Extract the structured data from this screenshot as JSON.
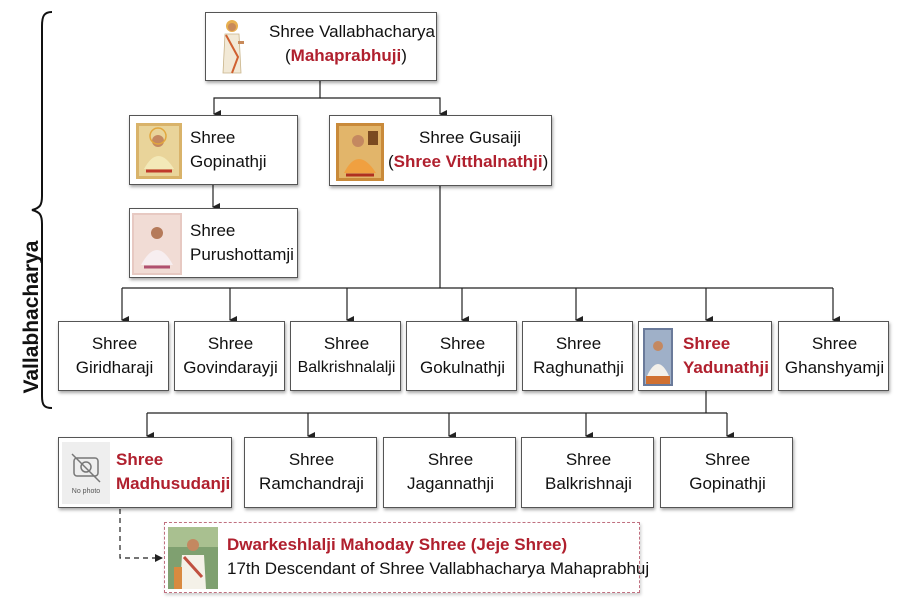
{
  "side_label": "Vallabhacharya",
  "root": {
    "line1": "Shree Vallabhacharya",
    "paren_open": "(",
    "name": "Mahaprabhuji",
    "paren_close": ")"
  },
  "gopinath": {
    "line1": "Shree",
    "line2": "Gopinathji"
  },
  "purushottam": {
    "line1": "Shree",
    "line2": "Purushottamji"
  },
  "gusaiji": {
    "line1": "Shree Gusaiji",
    "paren_open": "(",
    "name": "Shree Vitthalnathji",
    "paren_close": ")"
  },
  "sons": [
    {
      "line1": "Shree",
      "line2": "Giridharaji"
    },
    {
      "line1": "Shree",
      "line2": "Govindarayji"
    },
    {
      "line1": "Shree",
      "line2": "Balkrishnalalji"
    },
    {
      "line1": "Shree",
      "line2": "Gokulnathji"
    },
    {
      "line1": "Shree",
      "line2": "Raghunathji"
    },
    {
      "line1": "Shree",
      "line2": "Yadunathji"
    },
    {
      "line1": "Shree",
      "line2": "Ghanshyamji"
    }
  ],
  "grandsons": [
    {
      "line1": "Shree",
      "line2": "Madhusudanji",
      "photo_label": "No photo"
    },
    {
      "line1": "Shree",
      "line2": "Ramchandraji"
    },
    {
      "line1": "Shree",
      "line2": "Jagannathji"
    },
    {
      "line1": "Shree",
      "line2": "Balkrishnaji"
    },
    {
      "line1": "Shree",
      "line2": "Gopinathji"
    }
  ],
  "descendant": {
    "title": "Dwarkeshlalji Mahoday Shree (Jeje Shree)",
    "subtitle": "17th Descendant of Shree Vallabhacharya Mahaprabhuj"
  },
  "colors": {
    "highlight": "#b0202e",
    "border": "#555555",
    "dashed": "#c07080"
  }
}
